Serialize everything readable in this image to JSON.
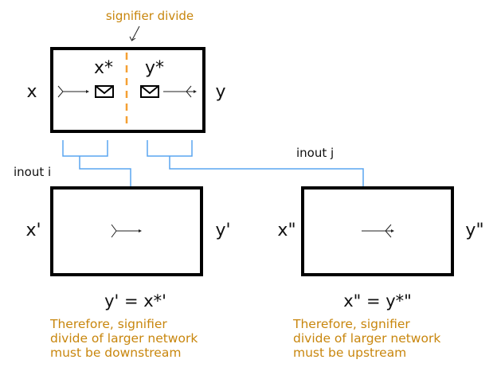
{
  "diagram": {
    "signifier_label": "signifier divide",
    "top_box": {
      "input_label": "x",
      "output_label": "y",
      "left_signal_label": "x*",
      "right_signal_label": "y*"
    },
    "connectors": {
      "left_label": "inout i",
      "right_label": "inout j"
    },
    "left_box": {
      "input_label": "x'",
      "output_label": "y'",
      "equation": "y' = x*'",
      "note_lines": [
        "Therefore, signifier",
        "divide of larger network",
        "must be downstream"
      ]
    },
    "right_box": {
      "input_label": "x\"",
      "output_label": "y\"",
      "equation": "x\" = y*\"",
      "note_lines": [
        "Therefore, signifier",
        "divide of larger network",
        "must be upstream"
      ]
    },
    "colors": {
      "accent_orange": "#f5a033",
      "note_text": "#c8860d",
      "connector_blue": "#5aa5f0",
      "box_stroke": "#000000"
    }
  }
}
